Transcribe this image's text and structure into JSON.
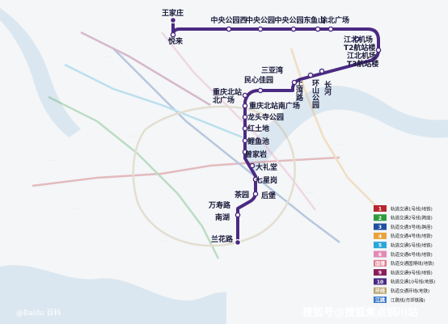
{
  "line": {
    "color": "#4b2a82",
    "stations": [
      {
        "label": "王家庄"
      },
      {
        "label": "悦来"
      },
      {
        "label": "中央公园西"
      },
      {
        "label": "中央公园"
      },
      {
        "label": "中央公园东"
      },
      {
        "label": "鱼山"
      },
      {
        "label": "涂北广场"
      },
      {
        "label": "江北机场\nT2航站楼"
      },
      {
        "label": "江北机场\nT3航站楼"
      },
      {
        "label": "长河"
      },
      {
        "label": "环山公园"
      },
      {
        "label": "上湾路"
      },
      {
        "label": "三亚湾"
      },
      {
        "label": "民心佳园"
      },
      {
        "label": "重庆北站\n北广场"
      },
      {
        "label": "重庆北站南广场"
      },
      {
        "label": "龙头寺公园"
      },
      {
        "label": "红土地"
      },
      {
        "label": "鲤鱼池"
      },
      {
        "label": "曾家岩"
      },
      {
        "label": "大礼堂"
      },
      {
        "label": "七星岗"
      },
      {
        "label": "后堡"
      },
      {
        "label": "南湖"
      },
      {
        "label": "万寿路"
      },
      {
        "label": "茶园"
      },
      {
        "label": "兰花路"
      }
    ]
  },
  "legend": {
    "items": [
      {
        "num": "1",
        "color": "#b8252d",
        "label": "轨道交通1号线(地铁)"
      },
      {
        "num": "2",
        "color": "#2e9b3f",
        "label": "轨道交通2号线(跨座)"
      },
      {
        "num": "3",
        "color": "#1e4fa0",
        "label": "轨道交通3号线(跨座)"
      },
      {
        "num": "4",
        "color": "#e8a33c",
        "label": "轨道交通4号线(地铁)"
      },
      {
        "num": "5",
        "color": "#2aa6d8",
        "label": "轨道交通5号线(地铁)"
      },
      {
        "num": "6",
        "color": "#e38ab2",
        "label": "轨道交通6号线(地铁)"
      },
      {
        "num": "国博",
        "color": "#e07a8c",
        "label": "轨道交通国博线(地铁)"
      },
      {
        "num": "9",
        "color": "#8a1e5a",
        "label": "轨道交通9号线(地铁)"
      },
      {
        "num": "10",
        "color": "#4b2a82",
        "label": "轨道交通10号线(地铁)"
      },
      {
        "num": "环线",
        "color": "#b8a36a",
        "label": "轨道交通环线(地铁)"
      },
      {
        "num": "江跳",
        "color": "#3a78c8",
        "label": "江跳线(市郊铁路)"
      }
    ]
  },
  "watermark": {
    "text": "搜狐号@搜狐焦点铜川站",
    "left_text": "@Baidu 百科"
  }
}
